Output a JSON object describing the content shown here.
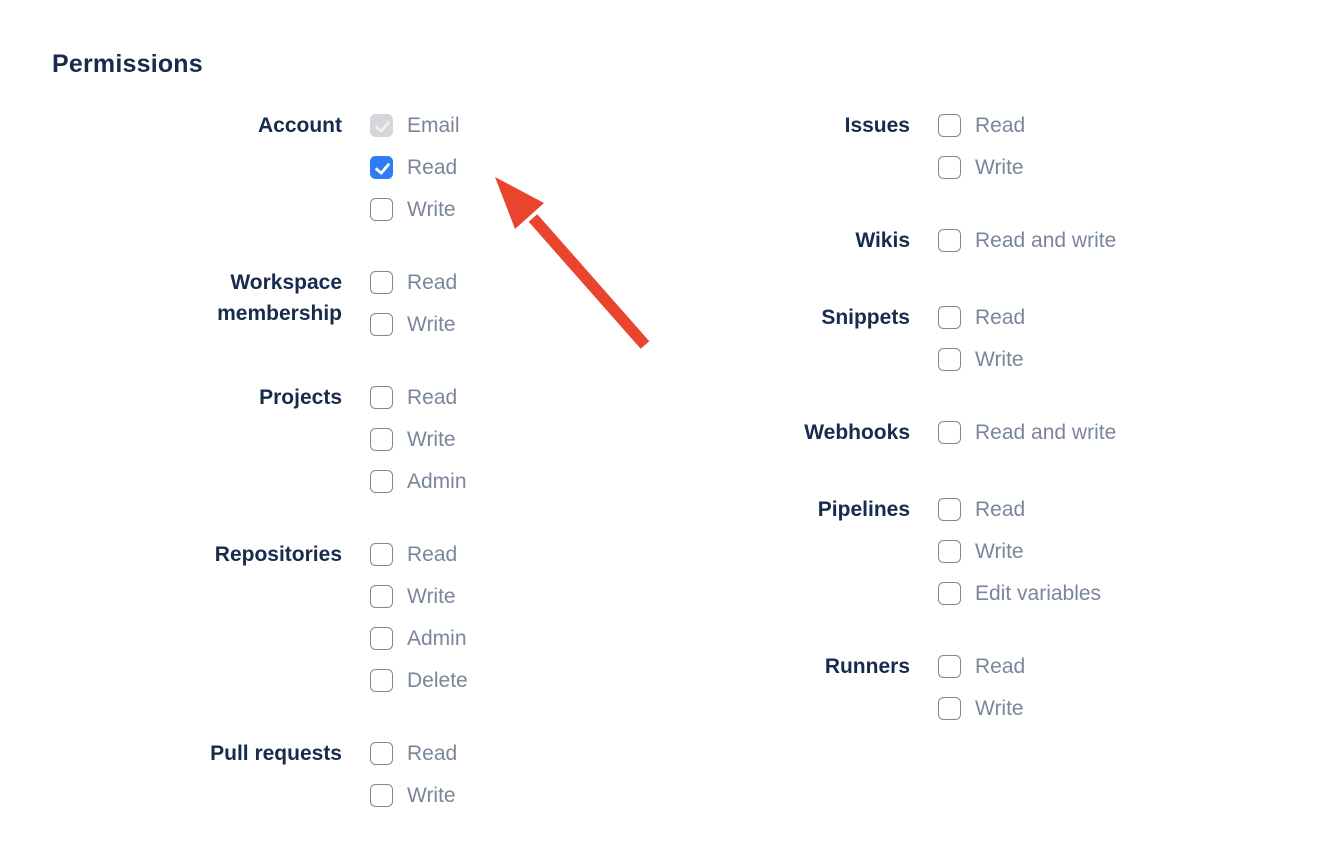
{
  "permissions": {
    "heading": "Permissions",
    "columns": [
      {
        "groups": [
          {
            "label": "Account",
            "items": [
              {
                "label": "Email",
                "state": "checked-disabled"
              },
              {
                "label": "Read",
                "state": "checked"
              },
              {
                "label": "Write",
                "state": "unchecked"
              }
            ]
          },
          {
            "label": "Workspace membership",
            "items": [
              {
                "label": "Read",
                "state": "unchecked"
              },
              {
                "label": "Write",
                "state": "unchecked"
              }
            ]
          },
          {
            "label": "Projects",
            "items": [
              {
                "label": "Read",
                "state": "unchecked"
              },
              {
                "label": "Write",
                "state": "unchecked"
              },
              {
                "label": "Admin",
                "state": "unchecked"
              }
            ]
          },
          {
            "label": "Repositories",
            "items": [
              {
                "label": "Read",
                "state": "unchecked"
              },
              {
                "label": "Write",
                "state": "unchecked"
              },
              {
                "label": "Admin",
                "state": "unchecked"
              },
              {
                "label": "Delete",
                "state": "unchecked"
              }
            ]
          },
          {
            "label": "Pull requests",
            "items": [
              {
                "label": "Read",
                "state": "unchecked"
              },
              {
                "label": "Write",
                "state": "unchecked"
              }
            ]
          }
        ]
      },
      {
        "groups": [
          {
            "label": "Issues",
            "items": [
              {
                "label": "Read",
                "state": "unchecked"
              },
              {
                "label": "Write",
                "state": "unchecked"
              }
            ]
          },
          {
            "label": "Wikis",
            "items": [
              {
                "label": "Read and write",
                "state": "unchecked"
              }
            ]
          },
          {
            "label": "Snippets",
            "items": [
              {
                "label": "Read",
                "state": "unchecked"
              },
              {
                "label": "Write",
                "state": "unchecked"
              }
            ]
          },
          {
            "label": "Webhooks",
            "items": [
              {
                "label": "Read and write",
                "state": "unchecked"
              }
            ]
          },
          {
            "label": "Pipelines",
            "items": [
              {
                "label": "Read",
                "state": "unchecked"
              },
              {
                "label": "Write",
                "state": "unchecked"
              },
              {
                "label": "Edit variables",
                "state": "unchecked"
              }
            ]
          },
          {
            "label": "Runners",
            "items": [
              {
                "label": "Read",
                "state": "unchecked"
              },
              {
                "label": "Write",
                "state": "unchecked"
              }
            ]
          }
        ]
      }
    ]
  },
  "colors": {
    "accent_blue": "#2e7cf6",
    "group_label_navy": "#172b4d",
    "checkbox_label_gray": "#7a869a",
    "checkbox_border_gray": "#85878b",
    "disabled_checkbox_bg": "#d4d6d9",
    "arrow_red": "#e9442e"
  }
}
